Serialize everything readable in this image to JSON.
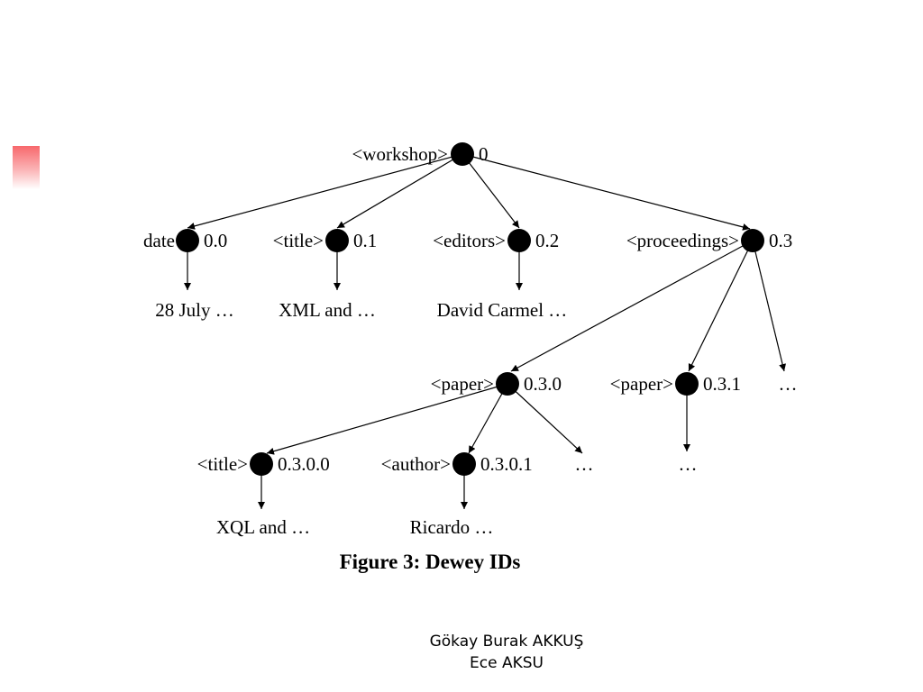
{
  "diagram": {
    "nodes": {
      "workshop": {
        "tag": "<workshop>",
        "id": "0"
      },
      "date": {
        "tag": "date",
        "id": "0.0",
        "value": "28 July …"
      },
      "title": {
        "tag": "<title>",
        "id": "0.1",
        "value": "XML and …"
      },
      "editors": {
        "tag": "<editors>",
        "id": "0.2",
        "value": "David Carmel …"
      },
      "proceedings": {
        "tag": "<proceedings>",
        "id": "0.3",
        "more": "…"
      },
      "paper0": {
        "tag": "<paper>",
        "id": "0.3.0",
        "more": "…"
      },
      "paper1": {
        "tag": "<paper>",
        "id": "0.3.1",
        "more": "…"
      },
      "ptitle": {
        "tag": "<title>",
        "id": "0.3.0.0",
        "value": "XQL and …"
      },
      "author": {
        "tag": "<author>",
        "id": "0.3.0.1",
        "value": "Ricardo …"
      }
    },
    "caption": "Figure 3: Dewey IDs"
  },
  "footer": {
    "line1": "Gökay Burak AKKUŞ",
    "line2": "Ece AKSU"
  }
}
